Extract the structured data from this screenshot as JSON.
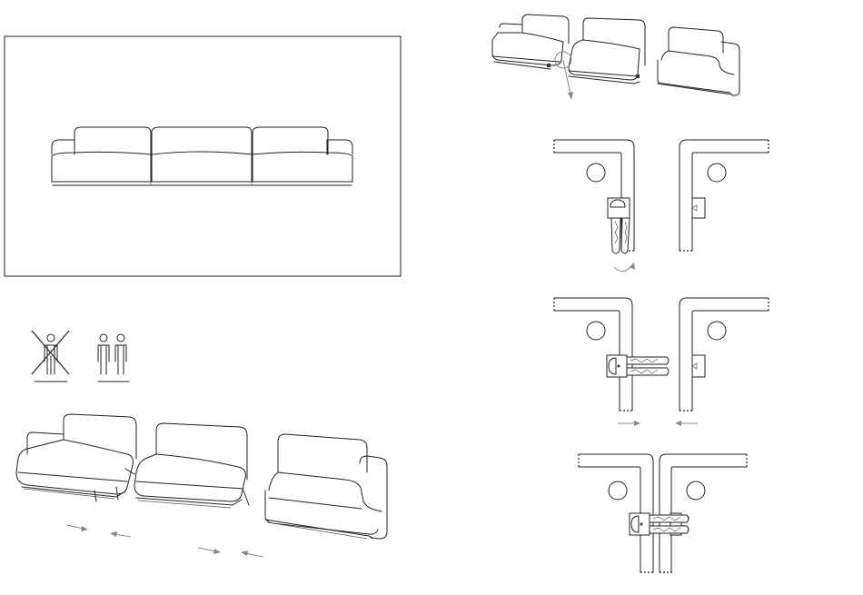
{
  "figure": {
    "accent_color": "#222222",
    "arrow_color": "#888888",
    "background": "#ffffff",
    "panels": [
      "front-view-sofa",
      "two-person-lifting-pictogram",
      "modules-exploded-view",
      "modules-connected-closeup",
      "connector-step-1",
      "connector-step-2",
      "connector-step-3"
    ]
  }
}
